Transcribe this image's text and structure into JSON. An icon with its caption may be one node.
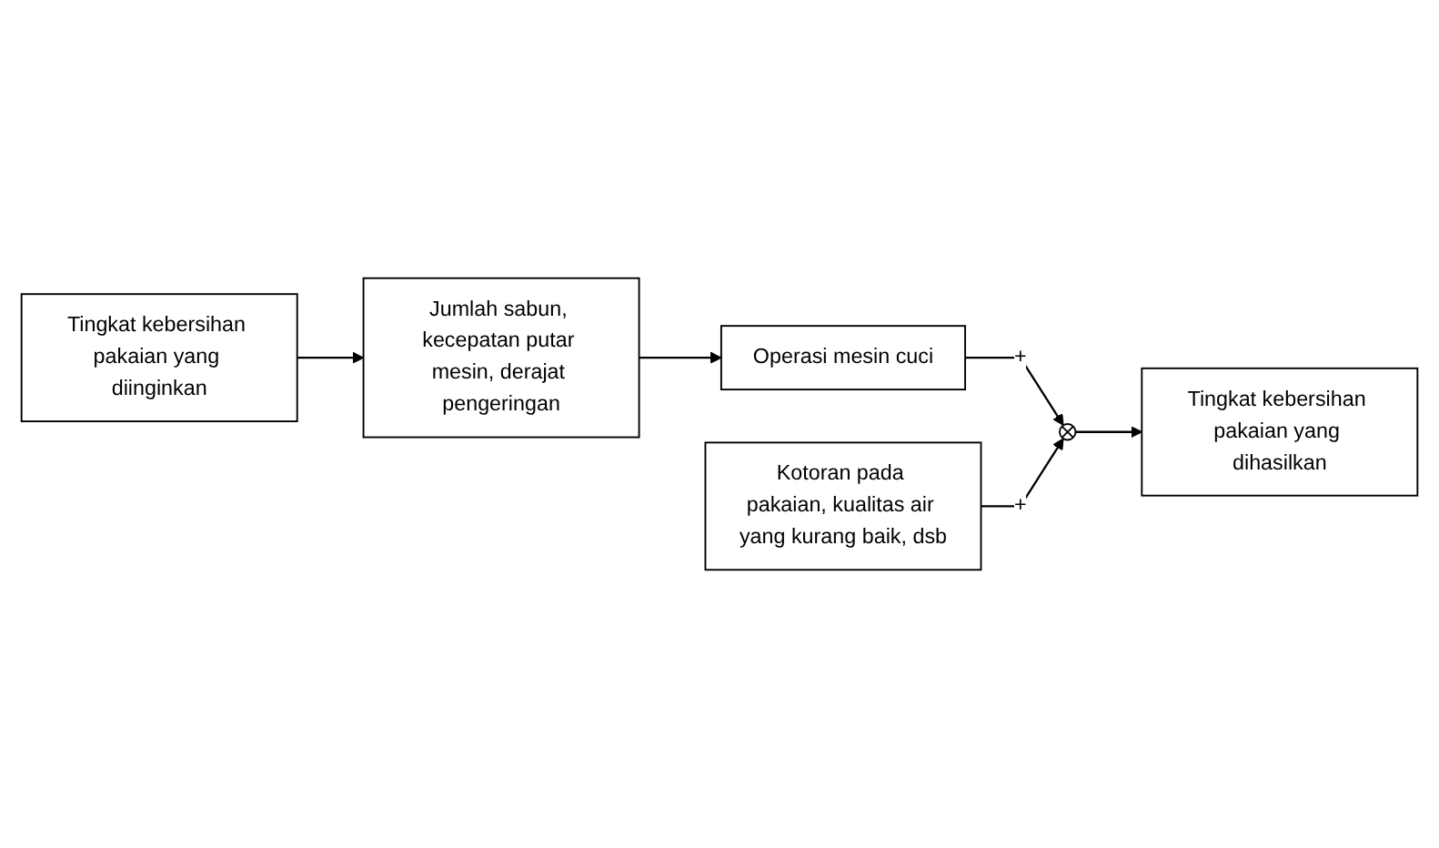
{
  "diagram": {
    "nodes": [
      {
        "text": [
          "Tingkat kebersihan pakaian yang diinginkan"
        ]
      },
      {
        "text": [
          "Jumlah sabun, kecepatan putar mesin, derajat pengeringan"
        ]
      },
      {
        "text": [
          "Operasi mesin cuci"
        ]
      },
      {
        "text": [],
        "shape": "circle"
      },
      {
        "text": [
          "Tingkat kebersihan pakaian yang dihasilkan"
        ]
      },
      {
        "text": [
          "Kotoran pada pakaian, kualitas air yang kurang baik, dsb"
        ]
      }
    ],
    "edges": [
      {
        "from": 0,
        "to": 1,
        "arrow": "to"
      },
      {
        "from": 1,
        "to": 2,
        "arrow": "to"
      },
      {
        "from": 2,
        "to": 3,
        "arrow": "to",
        "label": "+"
      },
      {
        "from": 3,
        "to": 4,
        "arrow": "to"
      },
      {
        "from": 5,
        "to": 3,
        "arrow": "to",
        "label": "+"
      }
    ]
  }
}
